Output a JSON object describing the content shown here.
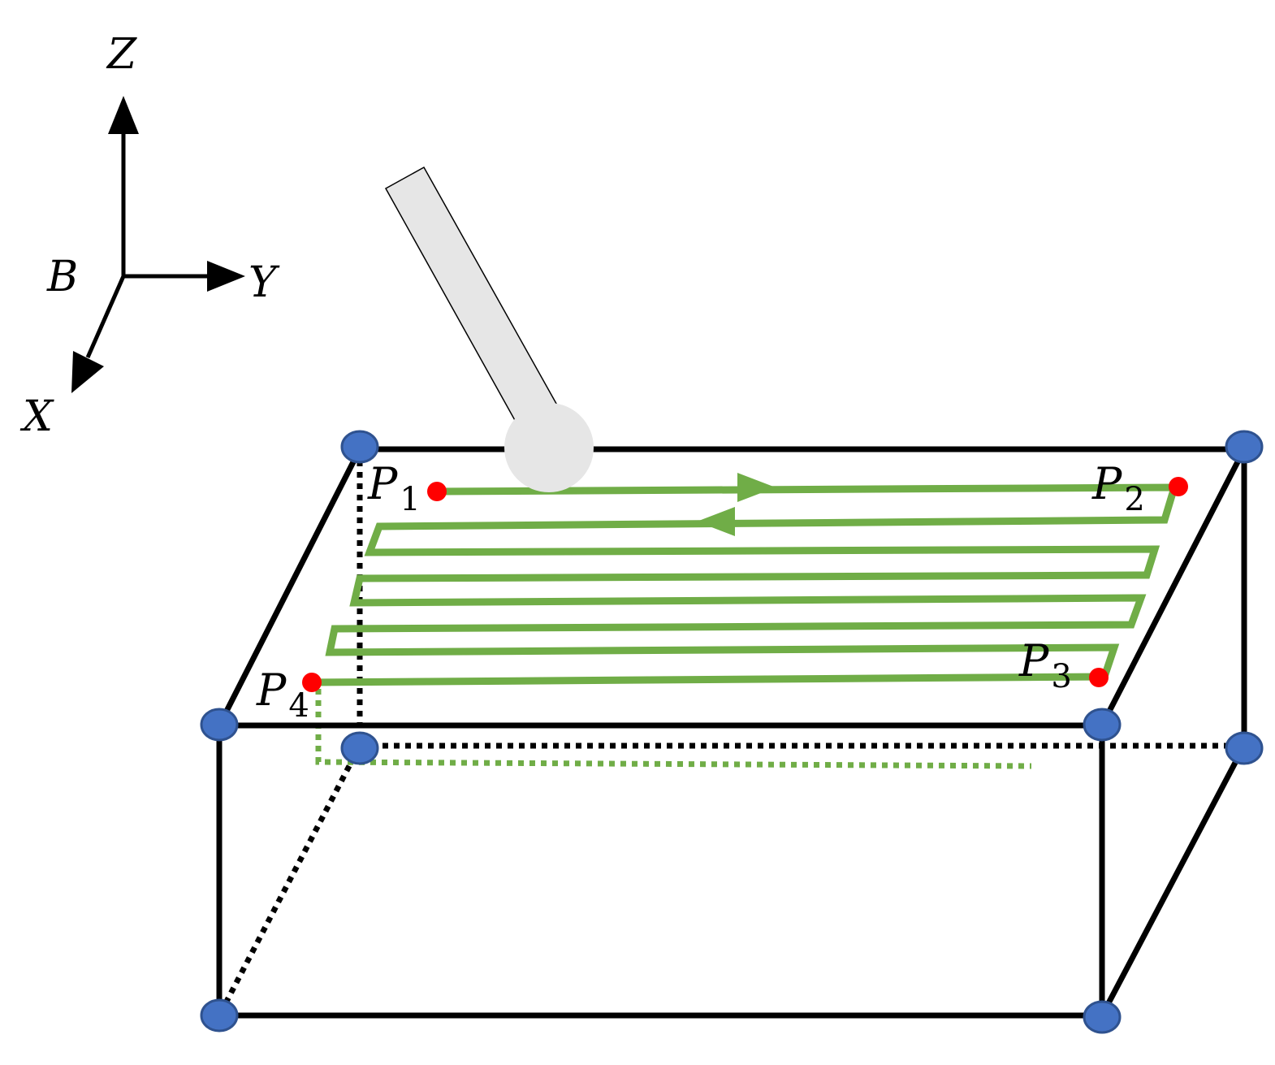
{
  "colors": {
    "edge": "#000000",
    "vertex_fill": "#4472c4",
    "vertex_stroke": "#2f528f",
    "path": "#70ad47",
    "point": "#ff0000",
    "tool": "#e6e6e6"
  },
  "axes": {
    "origin_label": "B",
    "z_label": "Z",
    "y_label": "Y",
    "x_label": "X"
  },
  "points": {
    "p1": {
      "main": "P",
      "sub": "1"
    },
    "p2": {
      "main": "P",
      "sub": "2"
    },
    "p3": {
      "main": "P",
      "sub": "3"
    },
    "p4": {
      "main": "P",
      "sub": "4"
    }
  }
}
